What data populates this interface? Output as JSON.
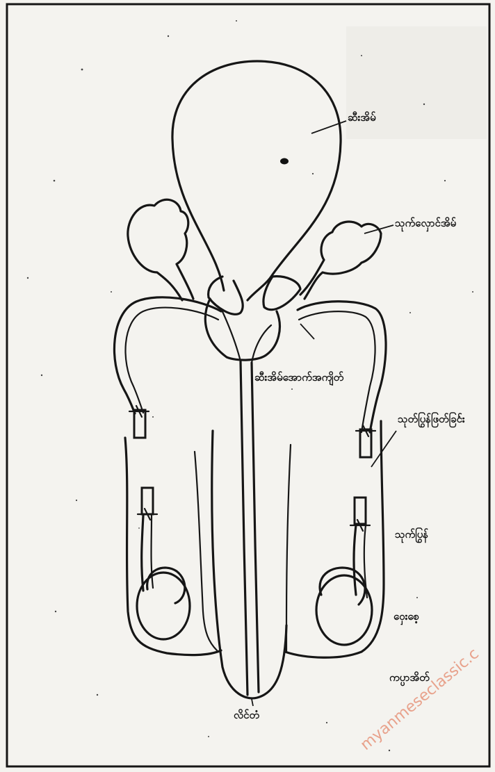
{
  "labels": {
    "bladder": "ဆီးအိမ်",
    "seminal_vesicle": "သုက်လှောင်အိမ်",
    "prostate": "ဆီးအိမ်အောက်အကျိတ်",
    "vas_cut": "သုတ်ပြွန်ဖြတ်ခြင်း",
    "vas_deferens": "သုက်ပြွန်",
    "testis": "ဝှေးစေ့",
    "scrotum": "ကပ္ပာအိတ်",
    "penis": "လိင်တံ"
  },
  "watermark": "myanmeseclassic.c",
  "colors": {
    "ink": "#161616",
    "paper": "#f4f3ef",
    "watermark": "#e8a28c"
  }
}
